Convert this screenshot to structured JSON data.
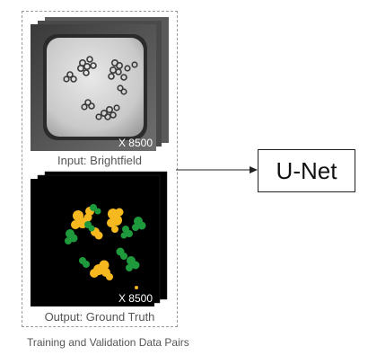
{
  "input_caption": "Input: Brightfield",
  "output_caption": "Output: Ground Truth",
  "input_count_label": "X 8500",
  "output_count_label": "X 8500",
  "pairs_caption": "Training and Validation Data Pairs",
  "model_label": "U-Net",
  "colors": {
    "mask_background": "#000000",
    "mask_class_a": "#f5b81f",
    "mask_class_b": "#1e9a3c",
    "frame_border": "#9a9a9a"
  }
}
